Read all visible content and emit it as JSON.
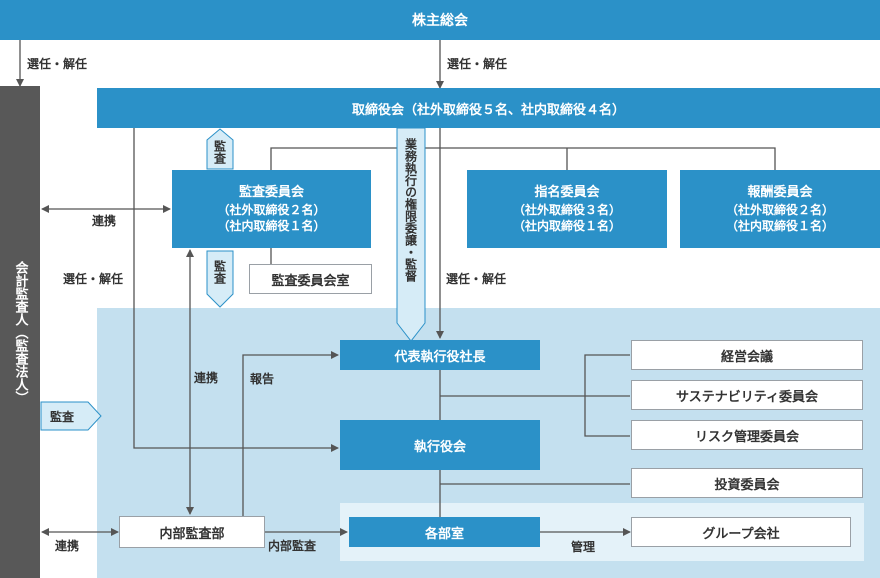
{
  "shareholders": "株主総会",
  "board": "取締役会（社外取締役５名、社内取締役４名）",
  "audit_committee": {
    "title": "監査委員会",
    "line1": "（社外取締役２名）",
    "line2": "（社内取締役１名）"
  },
  "audit_committee_office": "監査委員会室",
  "nomination_committee": {
    "title": "指名委員会",
    "line1": "（社外取締役３名）",
    "line2": "（社内取締役１名）"
  },
  "compensation_committee": {
    "title": "報酬委員会",
    "line1": "（社外取締役２名）",
    "line2": "（社内取締役１名）"
  },
  "accounting_auditor": "会計監査人（監査法人）",
  "delegation": "業務執行の権限委譲・監督",
  "ceo": "代表執行役社長",
  "executive_officers": "執行役会",
  "divisions": "各部室",
  "internal_audit": "内部監査部",
  "management_meeting": "経営会議",
  "sustainability_committee": "サステナビリティ委員会",
  "risk_committee": "リスク管理委員会",
  "investment_committee": "投資委員会",
  "group_companies": "グループ会社",
  "labels": {
    "appoint_dismiss": "選任・解任",
    "audit": "監査",
    "cooperation": "連携",
    "report": "報告",
    "internal_audit_action": "内部監査",
    "management": "管理"
  },
  "colors": {
    "primary": "#2b91c8",
    "light_panel": "#c4e0ef",
    "auditor_bar": "#585858",
    "tag": "#d6ecf7"
  }
}
